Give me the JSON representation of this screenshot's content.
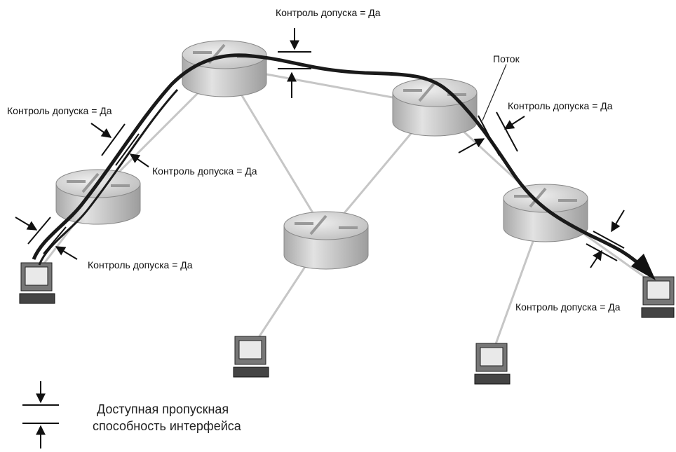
{
  "labels": {
    "admission_top": "Контроль допуска = Да",
    "admission_left_upper": "Контроль допуска = Да",
    "admission_left_mid": "Контроль допуска = Да",
    "admission_left_lower": "Контроль допуска = Да",
    "admission_right_upper": "Контроль допуска = Да",
    "admission_right_lower": "Контроль допуска = Да",
    "flow": "Поток"
  },
  "legend": {
    "line1": "Доступная пропускная",
    "line2": "способность интерфейса"
  },
  "colors": {
    "flow": "#1a1a1a",
    "link": "#c4c4c4",
    "router_top": "#d8d8d8",
    "router_side": "#b5b5b5"
  }
}
